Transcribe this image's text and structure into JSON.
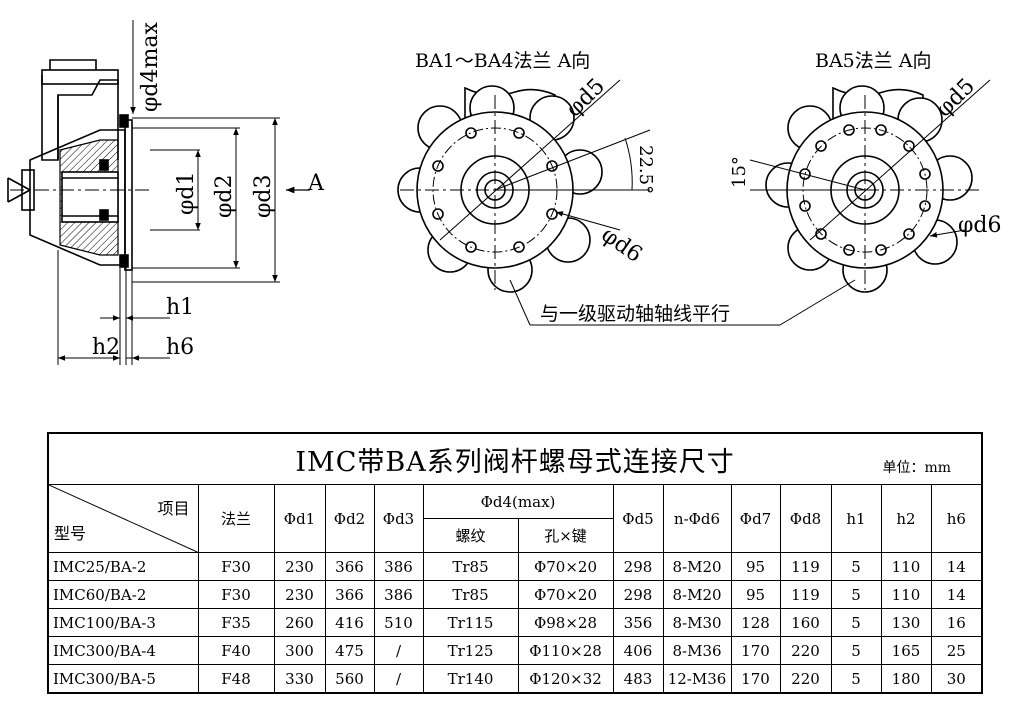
{
  "drawing": {
    "side_view": {
      "labels": {
        "d4max": "φd4max",
        "d1": "φd1",
        "d2": "φd2",
        "d3": "φd3",
        "a_arrow": "A",
        "h1": "h1",
        "h2": "h2",
        "h6": "h6"
      }
    },
    "view_ba1_ba4": {
      "title": "BA1～BA4法兰 A向",
      "d5": "φd5",
      "angle": "22.5°",
      "d6": "φd6"
    },
    "view_ba5": {
      "title": "BA5法兰 A向",
      "d5": "φd5",
      "angle": "15°",
      "d6": "φd6"
    },
    "note": "与一级驱动轴轴线平行"
  },
  "table": {
    "title": "IMC带BA系列阀杆螺母式连接尺寸",
    "unit": "单位：mm",
    "corner_top": "项目",
    "corner_bottom": "型号",
    "headers": {
      "flange": "法兰",
      "d1": "Φd1",
      "d2": "Φd2",
      "d3": "Φd3",
      "d4": "Φd4(max)",
      "thread": "螺纹",
      "hole_key": "孔×键",
      "d5": "Φd5",
      "d6": "n-Φd6",
      "d7": "Φd7",
      "d8": "Φd8",
      "h1": "h1",
      "h2": "h2",
      "h6": "h6"
    },
    "rows": [
      [
        "IMC25/BA-2",
        "F30",
        "230",
        "366",
        "386",
        "Tr85",
        "Φ70×20",
        "298",
        "8-M20",
        "95",
        "119",
        "5",
        "110",
        "14"
      ],
      [
        "IMC60/BA-2",
        "F30",
        "230",
        "366",
        "386",
        "Tr85",
        "Φ70×20",
        "298",
        "8-M20",
        "95",
        "119",
        "5",
        "110",
        "14"
      ],
      [
        "IMC100/BA-3",
        "F35",
        "260",
        "416",
        "510",
        "Tr115",
        "Φ98×28",
        "356",
        "8-M30",
        "128",
        "160",
        "5",
        "130",
        "16"
      ],
      [
        "IMC300/BA-4",
        "F40",
        "300",
        "475",
        "/",
        "Tr125",
        "Φ110×28",
        "406",
        "8-M36",
        "170",
        "220",
        "5",
        "165",
        "25"
      ],
      [
        "IMC300/BA-5",
        "F48",
        "330",
        "560",
        "/",
        "Tr140",
        "Φ120×32",
        "483",
        "12-M36",
        "170",
        "220",
        "5",
        "180",
        "30"
      ]
    ]
  }
}
